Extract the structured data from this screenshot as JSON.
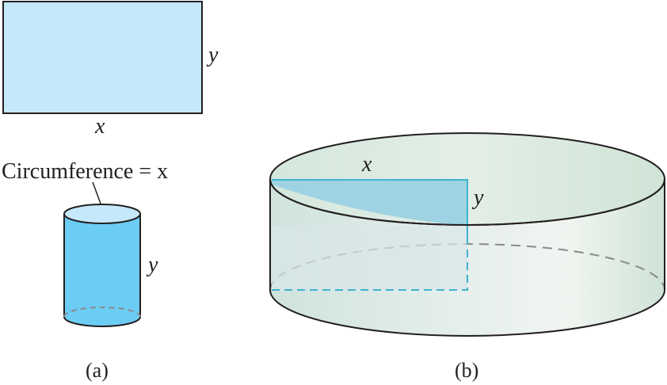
{
  "labels": {
    "rect_width": "x",
    "rect_height": "y",
    "circumference": "Circumference = x",
    "small_cyl_height": "y",
    "big_rect_width": "x",
    "big_rect_height": "y",
    "caption_a": "(a)",
    "caption_b": "(b)"
  },
  "colors": {
    "rect_fill": "#c6e8fb",
    "small_cylinder_fill": "#6ccdf4",
    "small_cylinder_top": "#c6e8fb",
    "big_cylinder_fill": "#dde9e2",
    "inner_rect_fill": "#9fd3e4",
    "inner_rect_stroke": "#3fb3cf",
    "outline": "#231f20",
    "dashed": "#8a8a8a"
  }
}
